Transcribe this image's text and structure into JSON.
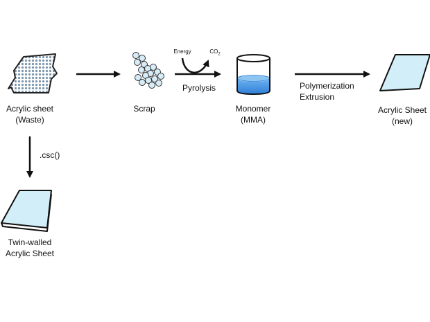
{
  "nodes": {
    "waste": {
      "line1": "Acrylic sheet",
      "line2": "(Waste)"
    },
    "scrap": {
      "label": "Scrap"
    },
    "monomer": {
      "line1": "Monomer",
      "line2": "(MMA)"
    },
    "new_sheet": {
      "line1": "Acrylic Sheet",
      "line2": "(new)"
    },
    "twin": {
      "line1": "Twin-walled",
      "line2": "Acrylic Sheet"
    }
  },
  "edges": {
    "pyrolysis": {
      "label": "Pyrolysis",
      "energy": "Energy",
      "co2": "CO",
      "co2_sub": "2"
    },
    "polymerization": {
      "line1": "Polymerization",
      "line2": "Extrusion"
    },
    "csc": {
      "label": ".csc()"
    }
  },
  "colors": {
    "sheet_fill": "#d2eef8",
    "monomer_liquid": "#3f8fe0",
    "waste_dots": "#7b95ab",
    "scrap_fill": "#d6ecf7"
  }
}
